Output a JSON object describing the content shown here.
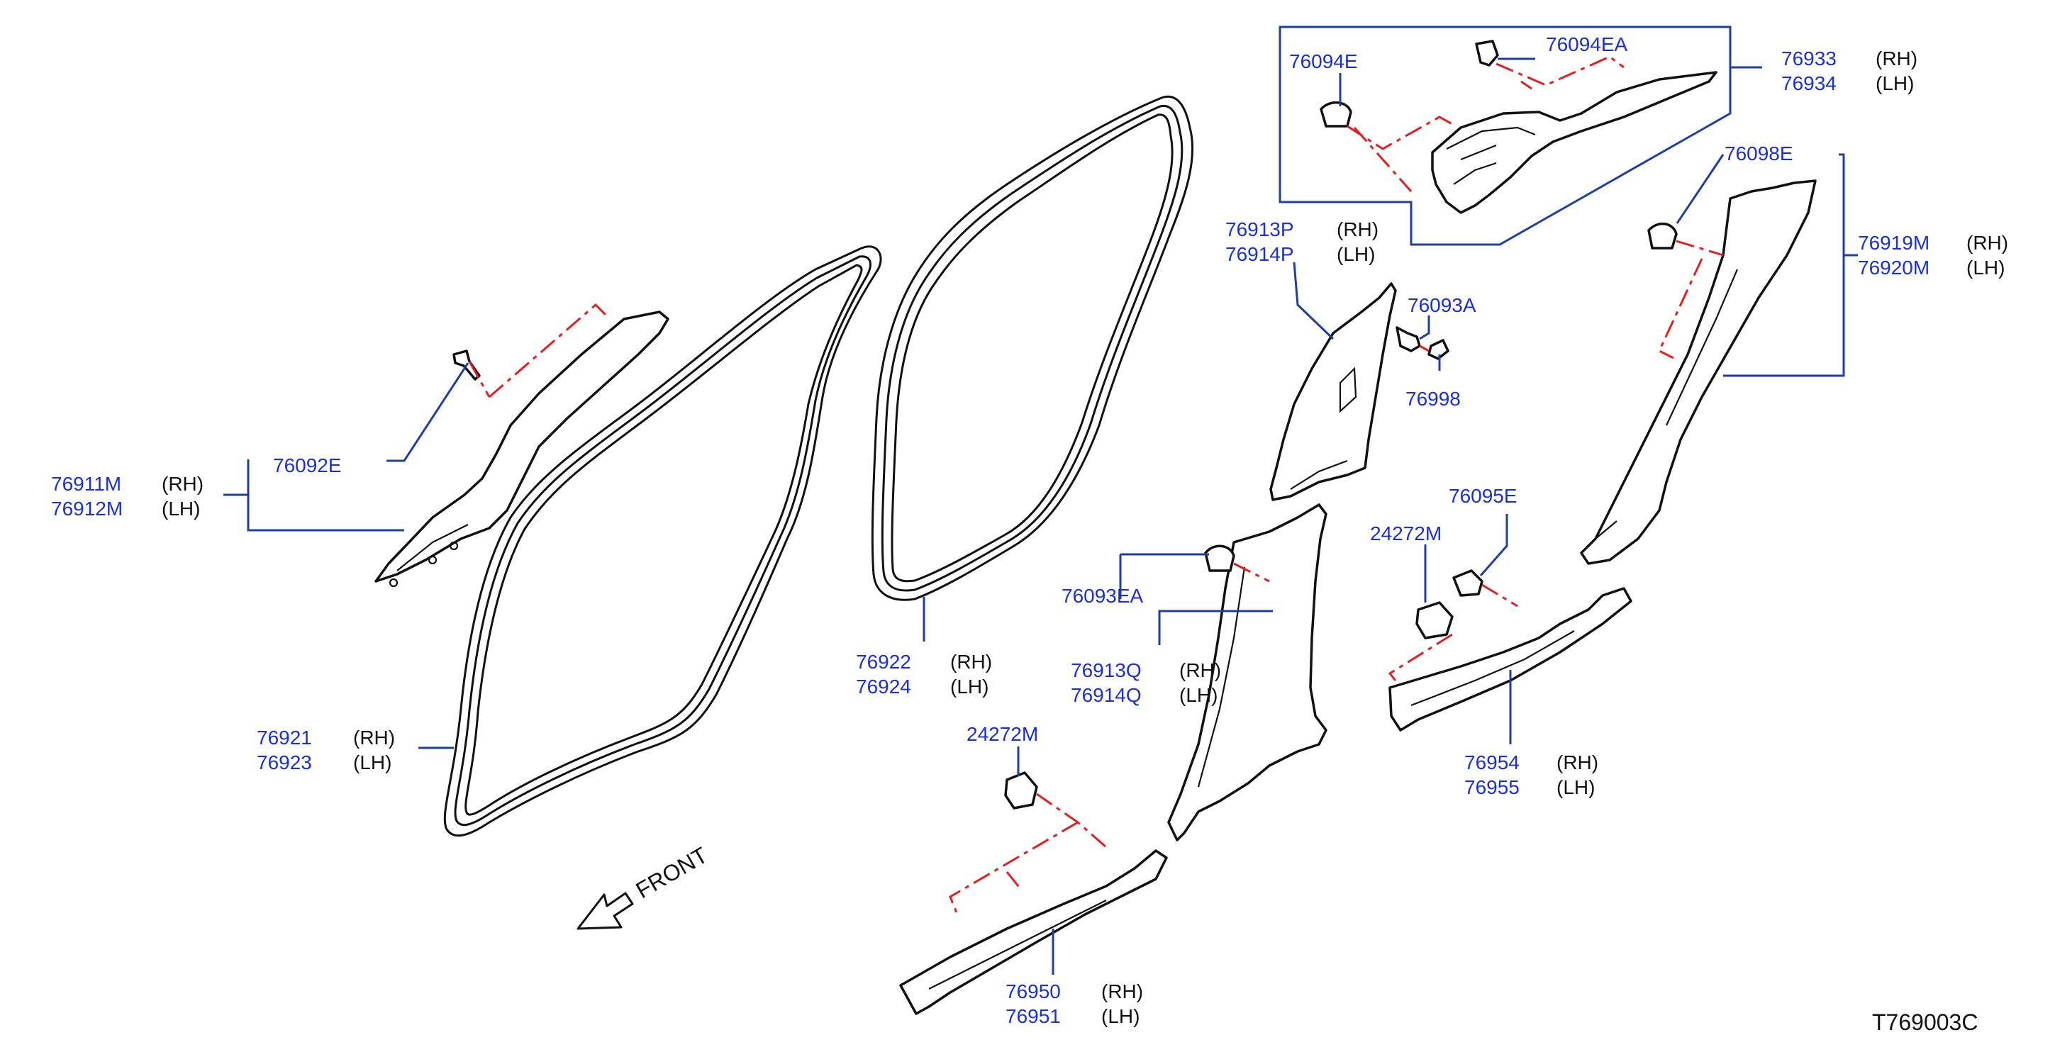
{
  "diagram_code": "T769003C",
  "front_label": "FRONT",
  "callouts": {
    "p76092E": "76092E",
    "p76911M": "76911M",
    "s76911M": "(RH)",
    "p76912M": "76912M",
    "s76912M": "(LH)",
    "p76921": "76921",
    "s76921": "(RH)",
    "p76923": "76923",
    "s76923": "(LH)",
    "p76922": "76922",
    "s76922": "(RH)",
    "p76924": "76924",
    "s76924": "(LH)",
    "p76094E": "76094E",
    "p76094EA": "76094EA",
    "p76933": "76933",
    "s76933": "(RH)",
    "p76934": "76934",
    "s76934": "(LH)",
    "p76913P": "76913P",
    "s76913P": "(RH)",
    "p76914P": "76914P",
    "s76914P": "(LH)",
    "p76093A": "76093A",
    "p76998": "76998",
    "p76098E": "76098E",
    "p76919M": "76919M",
    "s76919M": "(RH)",
    "p76920M": "76920M",
    "s76920M": "(LH)",
    "p76093EA": "76093EA",
    "p76913Q": "76913Q",
    "s76913Q": "(RH)",
    "p76914Q": "76914Q",
    "s76914Q": "(LH)",
    "p76095E": "76095E",
    "p24272M_a": "24272M",
    "p76954": "76954",
    "s76954": "(RH)",
    "p76955": "76955",
    "s76955": "(LH)",
    "p24272M_b": "24272M",
    "p76950": "76950",
    "s76950": "(RH)",
    "p76951": "76951",
    "s76951": "(LH)"
  },
  "colors": {
    "part_number": "#1b2fd6",
    "leader_line": "#1f3fa0",
    "alignment_line": "#e02020",
    "outline": "#111111"
  }
}
